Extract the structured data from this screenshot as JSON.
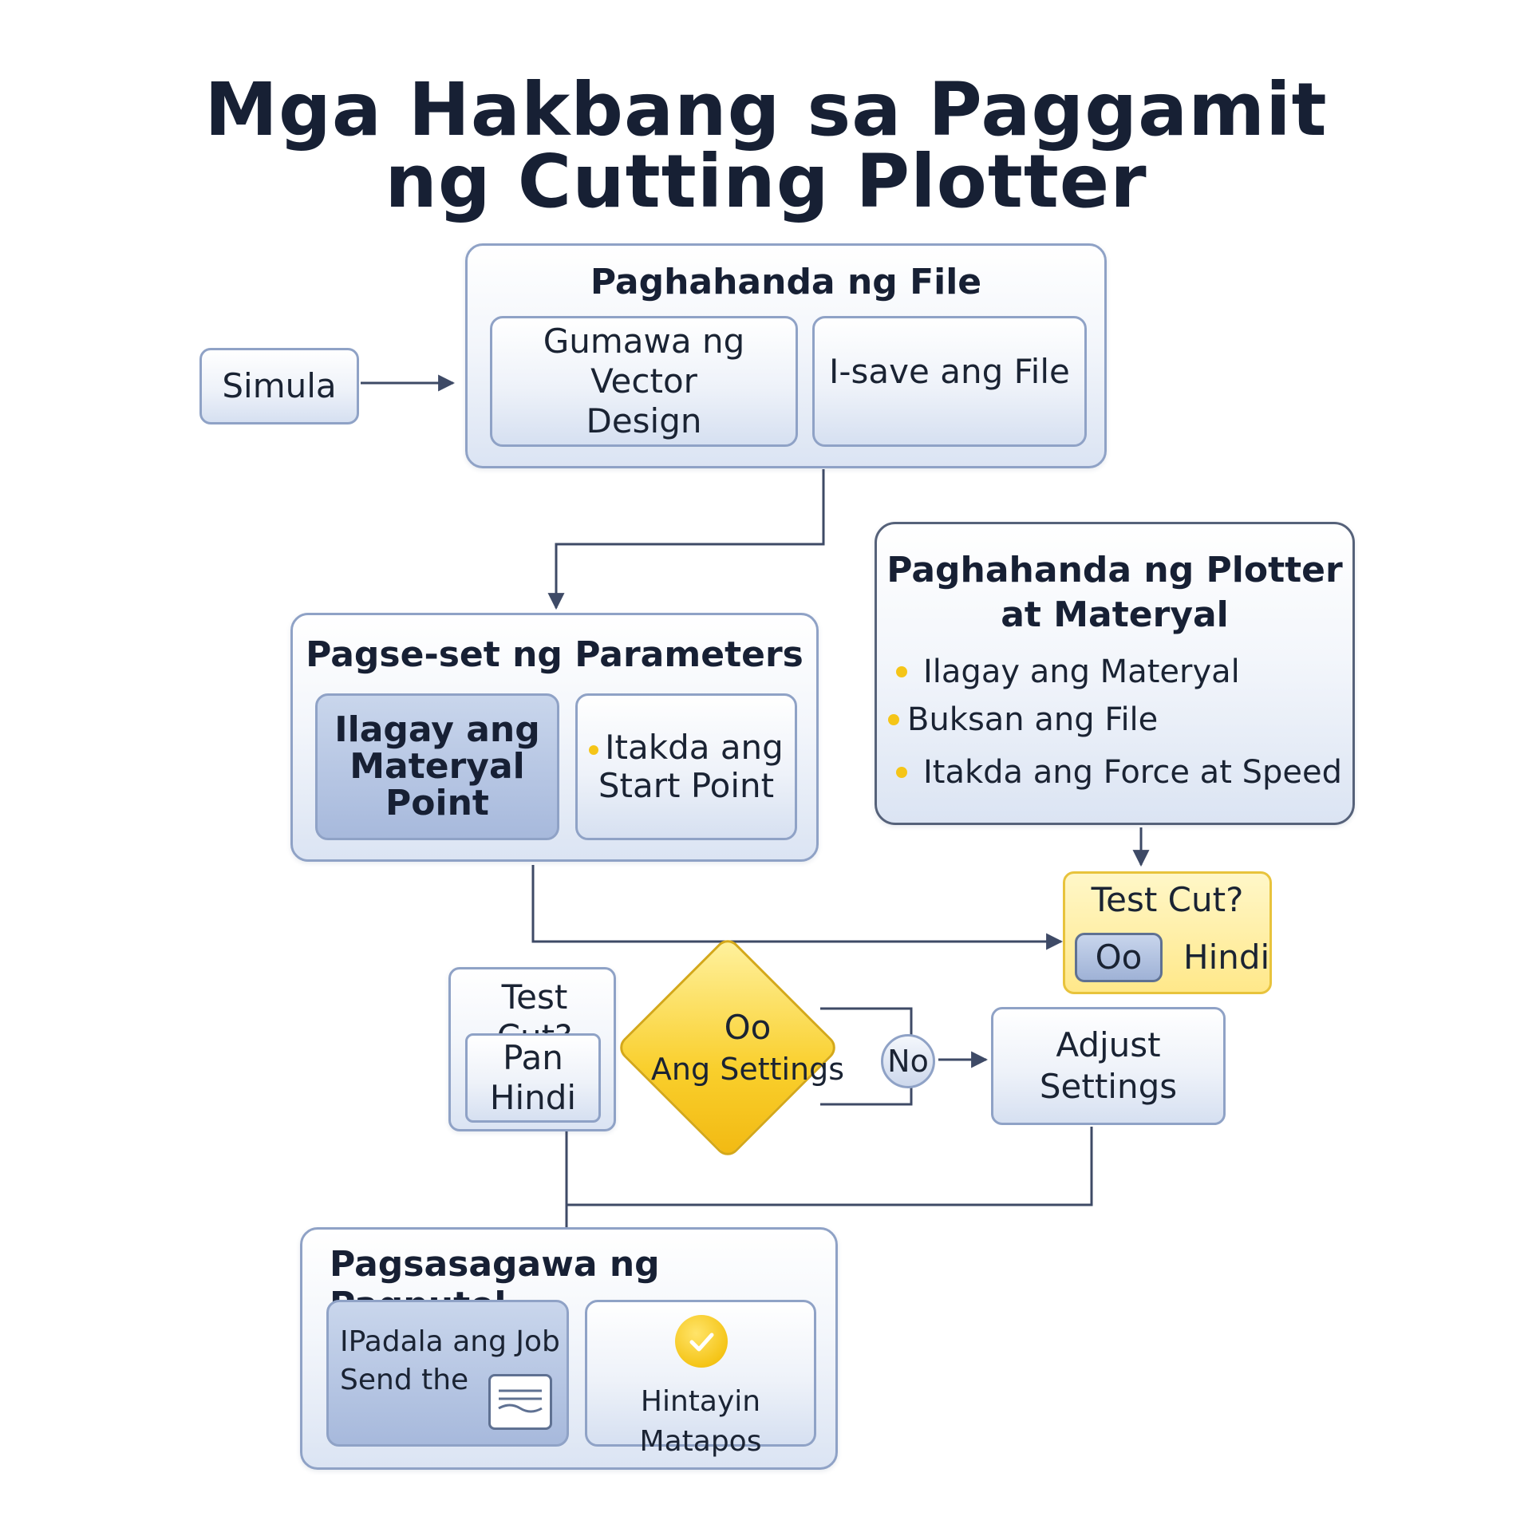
{
  "title": {
    "line1": "Mga Hakbang sa Paggamit",
    "line2": "ng Cutting Plotter"
  },
  "start": {
    "label": "Simula"
  },
  "file_prep": {
    "heading": "Paghahanda ng File",
    "step1": {
      "line1": "Gumawa ng Vector",
      "line2": "Design"
    },
    "step2": "I-save ang File"
  },
  "plotter_prep": {
    "heading": {
      "line1": "Paghahanda ng Plotter",
      "line2": "at Materyal"
    },
    "bullets": [
      "Ilagay ang Materyal",
      "Buksan ang File",
      "Itakda ang Force at Speed"
    ]
  },
  "params": {
    "heading": "Pagse-set ng Parameters",
    "step1": {
      "line1": "Ilagay ang",
      "line2": "Materyal",
      "line3": "Point"
    },
    "step2": {
      "line1": "Itakda ang",
      "line2": "Start Point"
    }
  },
  "test_cut_right": {
    "label": "Test Cut?",
    "yes": "Oo",
    "no": "Hindi"
  },
  "test_cut_left": {
    "label": "Test Cut?",
    "line1": "Pan",
    "line2": "Hindi"
  },
  "decision": {
    "line1": "Oo",
    "line2": "Ang Settings"
  },
  "no_badge": "No",
  "adjust": {
    "line1": "Adjust",
    "line2": "Settings"
  },
  "execute": {
    "heading": "Pagsasagawa ng Pagputol",
    "step1": {
      "line1": "IPadala ang Job",
      "line2": "Send the"
    },
    "step2": "Hintayin Matapos"
  },
  "icons": {
    "arrow": "arrow-icon",
    "check": "check-circle-icon",
    "document": "document-icon",
    "bullet": "bullet-dot-icon"
  },
  "colors": {
    "accent_yellow": "#f5c518",
    "border_blue": "#8fa2c6",
    "line": "#3e4a66",
    "text_dark": "#172034"
  }
}
